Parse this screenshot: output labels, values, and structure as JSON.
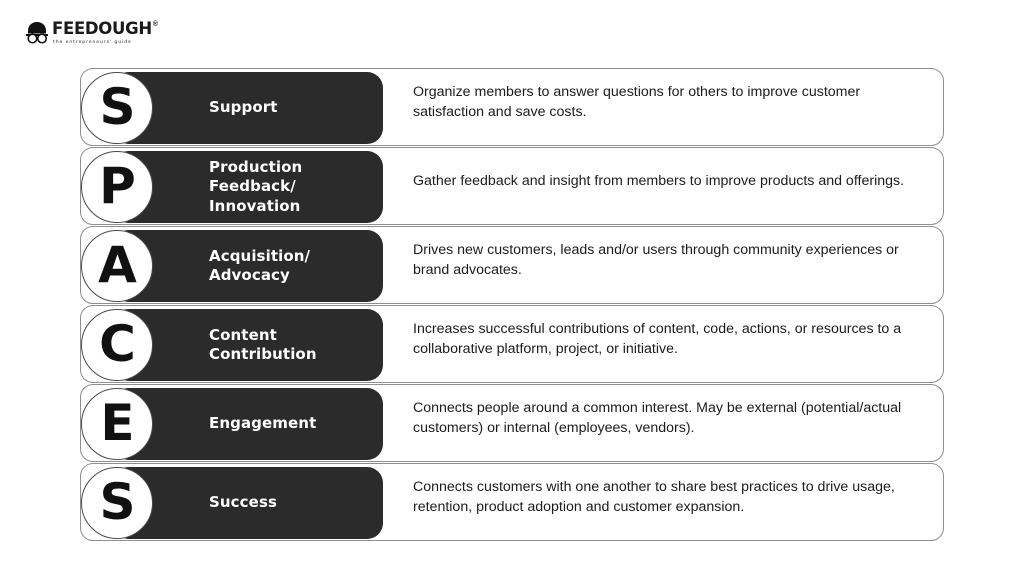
{
  "brand": {
    "logo_icon": "feedough-face-icon",
    "name": "FEEDOUGH",
    "superscript": "®",
    "tagline": "the entrepreneurs' guide"
  },
  "colors": {
    "pill_dark": "#2b2b2b",
    "card_border": "#8f8f8f",
    "text": "#1c1c1c",
    "badge_bg": "#ffffff"
  },
  "framework": {
    "acronym": "SPACES",
    "rows": [
      {
        "letter": "S",
        "title": "Support",
        "description": "Organize members to answer questions for others to improve customer satisfaction and save costs."
      },
      {
        "letter": "P",
        "title": "Production Feedback/\nInnovation",
        "description": "Gather feedback and insight from members to improve products and offerings."
      },
      {
        "letter": "A",
        "title": "Acquisition/\nAdvocacy",
        "description": "Drives new customers, leads and/or users through community experiences or brand advocates."
      },
      {
        "letter": "C",
        "title": "Content\nContribution",
        "description": "Increases successful contributions of content, code, actions, or resources to a collaborative platform, project, or initiative."
      },
      {
        "letter": "E",
        "title": "Engagement",
        "description": "Connects people around a common interest. May be external (potential/actual customers) or internal (employees, vendors)."
      },
      {
        "letter": "S",
        "title": "Success",
        "description": "Connects customers with one another to share best practices to drive usage, retention, product adoption and customer expansion."
      }
    ]
  }
}
